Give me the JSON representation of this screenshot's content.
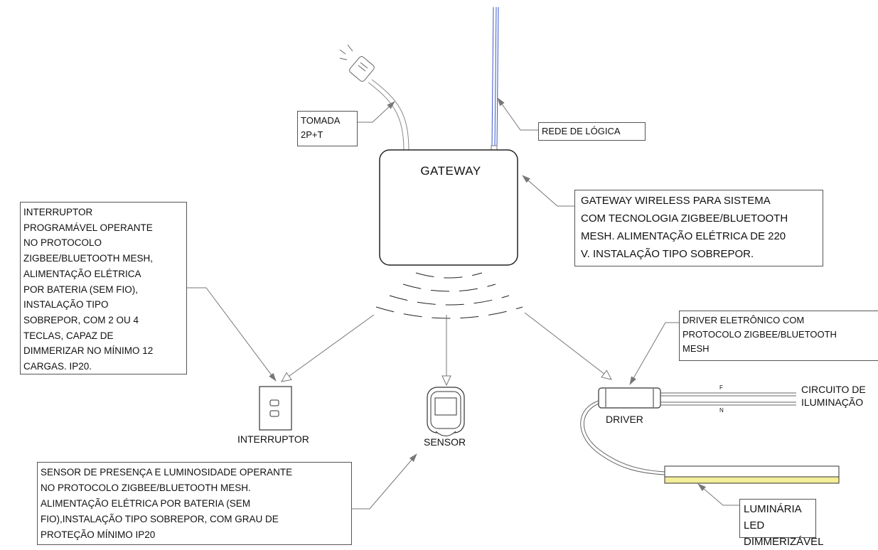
{
  "gateway": {
    "title": "GATEWAY"
  },
  "callouts": {
    "tomada": "TOMADA\n2P+T",
    "rede": "REDE DE LÓGICA",
    "gateway_desc": "GATEWAY WIRELESS PARA SISTEMA\nCOM TECNOLOGIA ZIGBEE/BLUETOOTH\nMESH. ALIMENTAÇÃO ELÉTRICA DE 220\nV.  INSTALAÇÃO TIPO SOBREPOR.",
    "interruptor_desc": "INTERRUPTOR\nPROGRAMÁVEL OPERANTE\nNO PROTOCOLO\nZIGBEE/BLUETOOTH MESH,\n ALIMENTAÇÃO ELÉTRICA\nPOR BATERIA (SEM FIO),\nINSTALAÇÃO TIPO\nSOBREPOR, COM 2 OU 4\nTECLAS, CAPAZ DE\nDIMMERIZAR NO MÍNIMO 12\nCARGAS. IP20.",
    "driver_desc": "DRIVER ELETRÔNICO COM\nPROTOCOLO ZIGBEE/BLUETOOTH\nMESH",
    "sensor_desc": "SENSOR DE PRESENÇA E LUMINOSIDADE OPERANTE\nNO PROTOCOLO ZIGBEE/BLUETOOTH MESH.\n ALIMENTAÇÃO ELÉTRICA POR BATERIA (SEM\nFIO),INSTALAÇÃO TIPO SOBREPOR, COM GRAU DE\nPROTEÇÃO MÍNIMO IP20",
    "luminaria_desc": "LUMINÁRIA  LED\nDIMMERIZÁVEL"
  },
  "labels": {
    "interruptor": "INTERRUPTOR",
    "sensor": "SENSOR",
    "driver": "DRIVER",
    "circuito": "CIRCUITO DE\nILUMINAÇÃO",
    "fase": "F",
    "neutro": "N"
  },
  "colors": {
    "network_cable": "#3a57c9",
    "led_strip": "#f2ee9a",
    "line": "#777777"
  }
}
